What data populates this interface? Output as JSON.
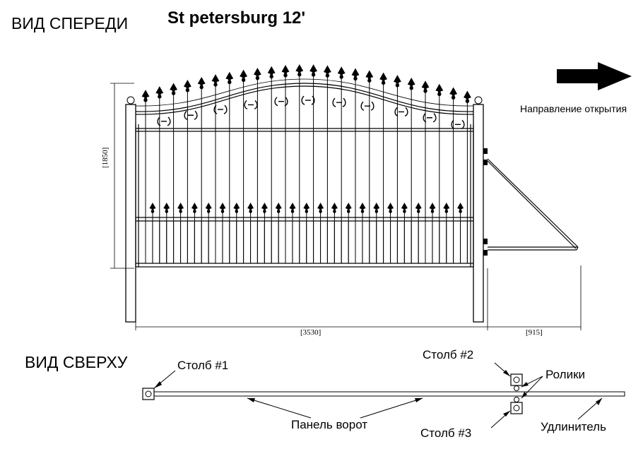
{
  "front_view_label": "ВИД СПЕРЕДИ",
  "title": "St petersburg 12'",
  "direction_label": "Направление открытия",
  "dim_height": "[1850]",
  "dim_width": "[3530]",
  "dim_extension": "[915]",
  "top_view_label": "ВИД СВЕРХУ",
  "post1_label": "Столб #1",
  "post2_label": "Столб #2",
  "post3_label": "Столб #3",
  "rollers_label": "Ролики",
  "panel_label": "Панель ворот",
  "extension_label": "Удлинитель"
}
